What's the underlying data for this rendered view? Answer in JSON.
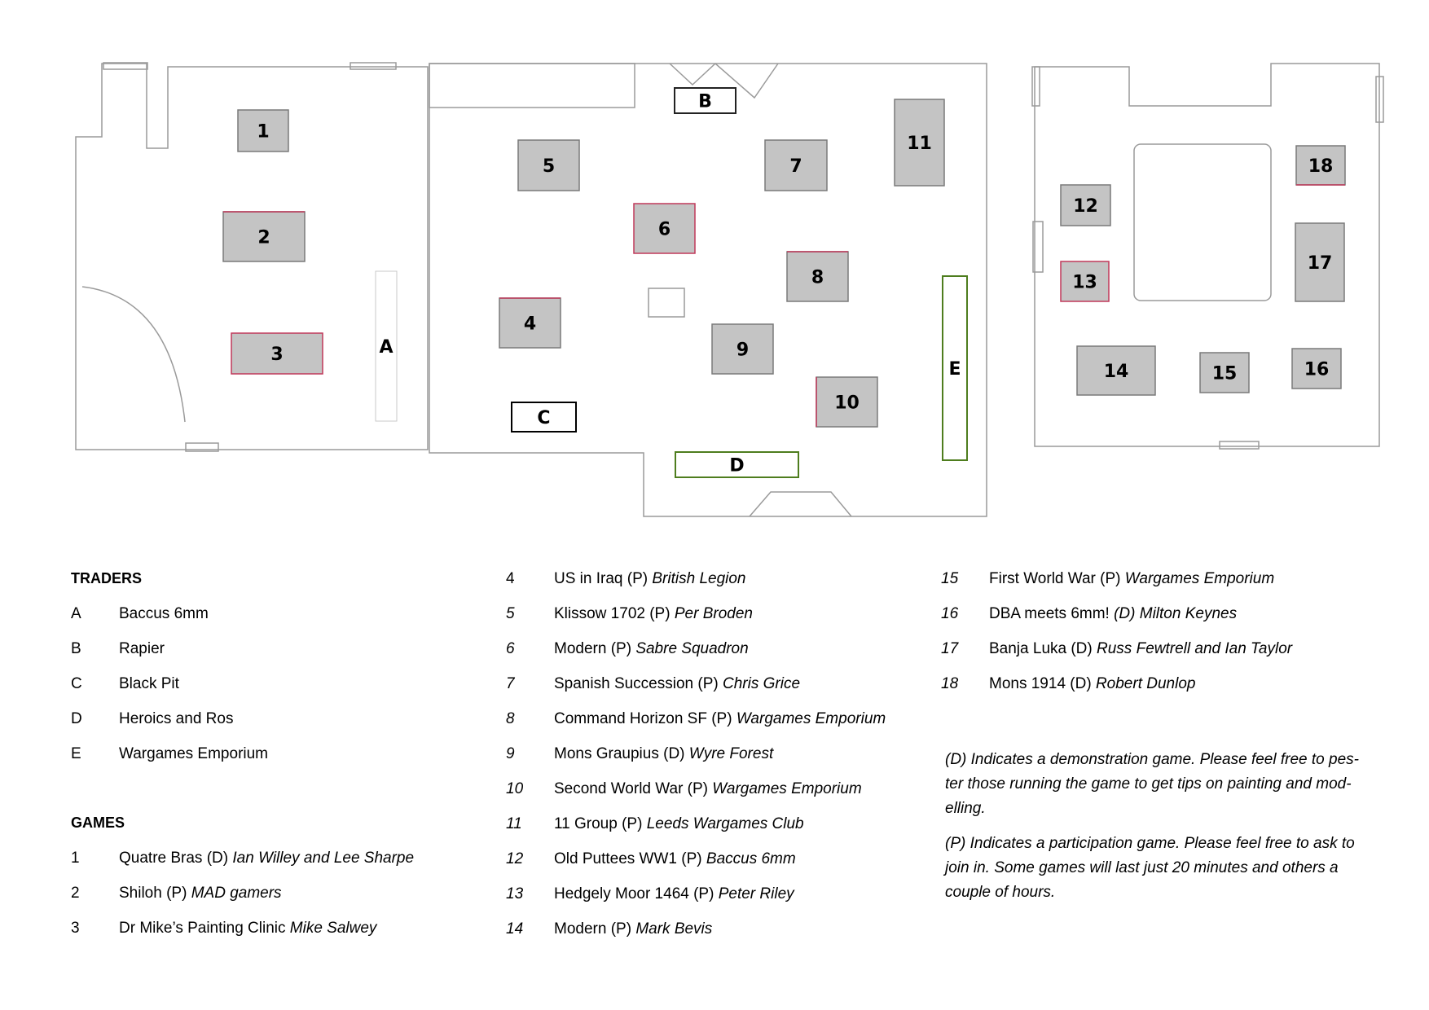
{
  "map": {
    "tables": [
      {
        "id": "1"
      },
      {
        "id": "2"
      },
      {
        "id": "3"
      },
      {
        "id": "4"
      },
      {
        "id": "5"
      },
      {
        "id": "6"
      },
      {
        "id": "7"
      },
      {
        "id": "8"
      },
      {
        "id": "9"
      },
      {
        "id": "10"
      },
      {
        "id": "11"
      },
      {
        "id": "12"
      },
      {
        "id": "13"
      },
      {
        "id": "14"
      },
      {
        "id": "15"
      },
      {
        "id": "16"
      },
      {
        "id": "17"
      },
      {
        "id": "18"
      }
    ],
    "stands": [
      {
        "id": "A"
      },
      {
        "id": "B"
      },
      {
        "id": "C"
      },
      {
        "id": "D"
      },
      {
        "id": "E"
      }
    ],
    "colors": {
      "table_fill": "#c4c4c4",
      "table_border": "#7a7a7a",
      "accent_red": "#c0385a",
      "stand_green": "#4e7d1e",
      "wall": "#9a9a9a"
    }
  },
  "legend": {
    "traders_heading": "TRADERS",
    "traders": [
      {
        "key": "A",
        "name": "Baccus 6mm"
      },
      {
        "key": "B",
        "name": "Rapier"
      },
      {
        "key": "C",
        "name": "Black Pit"
      },
      {
        "key": "D",
        "name": "Heroics and Ros"
      },
      {
        "key": "E",
        "name": "Wargames Emporium"
      }
    ],
    "games_heading": "GAMES",
    "games": [
      {
        "key": "1",
        "title": "Quatre Bras (D)",
        "group": "Ian Willey and Lee Sharpe"
      },
      {
        "key": "2",
        "title": "Shiloh (P)",
        "group": "MAD gamers"
      },
      {
        "key": "3",
        "title": "Dr Mike’s Painting Clinic",
        "group": "Mike Salwey"
      },
      {
        "key": "4",
        "title": "US in Iraq (P)",
        "group": "British Legion"
      },
      {
        "key": "5",
        "title": "Klissow 1702 (P)",
        "group": "Per Broden"
      },
      {
        "key": "6",
        "title": "Modern (P)",
        "group": "Sabre Squadron"
      },
      {
        "key": "7",
        "title": "Spanish Succession (P)",
        "group": "Chris Grice"
      },
      {
        "key": "8",
        "title": "Command Horizon SF (P)",
        "group": "Wargames Emporium"
      },
      {
        "key": "9",
        "title": "Mons Graupius (D)",
        "group": "Wyre Forest"
      },
      {
        "key": "10",
        "title": "Second World War (P)",
        "group": "Wargames Emporium"
      },
      {
        "key": "11",
        "title": "11 Group (P)",
        "group": "Leeds Wargames Club"
      },
      {
        "key": "12",
        "title": "Old Puttees WW1 (P)",
        "group": "Baccus 6mm"
      },
      {
        "key": "13",
        "title": "Hedgely Moor 1464 (P)",
        "group": "Peter Riley"
      },
      {
        "key": "14",
        "title": "Modern (P)",
        "group": "Mark Bevis"
      },
      {
        "key": "15",
        "title": "First World War (P)",
        "group": "Wargames Emporium"
      },
      {
        "key": "16",
        "title": "DBA meets 6mm!",
        "group": "(D) Milton Keynes"
      },
      {
        "key": "17",
        "title": "Banja Luka (D)",
        "group": "Russ Fewtrell and Ian Taylor"
      },
      {
        "key": "18",
        "title": "Mons 1914 (D)",
        "group": "Robert Dunlop"
      }
    ],
    "notes": {
      "demo": "(D) Indicates a demonstration game.  Please feel free to pes-ter those running the game to get tips on painting and mod-elling.",
      "demo_lines": [
        "(D) Indicates a demonstration game.  Please feel free to pes-",
        "ter those running the game to get tips on painting and mod-",
        "elling."
      ],
      "participation_lines": [
        "(P) Indicates a participation game.  Please feel free to ask to",
        "join in.  Some games will last just 20 minutes and others a",
        "couple of hours."
      ]
    }
  }
}
